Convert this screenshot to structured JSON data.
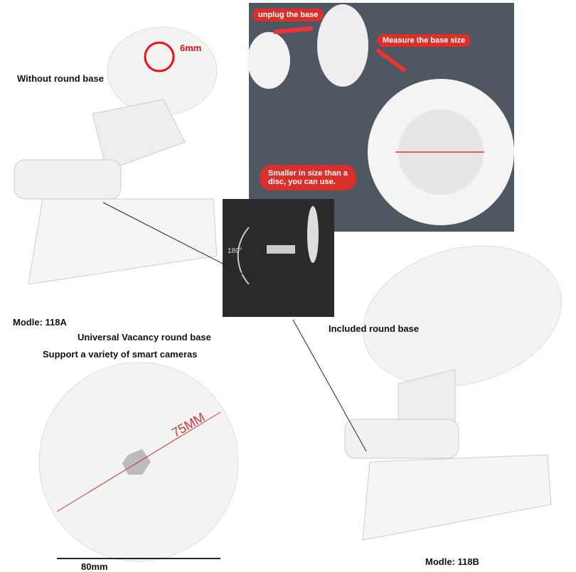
{
  "labels": {
    "mm6": "6mm",
    "without_base": "Without round base",
    "unplug": "unplug the base",
    "measure": "Measure the base size",
    "smaller_line1": "Smaller in size than a",
    "smaller_line2": "disc, you can use.",
    "rotation": "180°",
    "model_a": "Modle:  118A",
    "universal": "Universal Vacancy round base",
    "support": "Support a variety of smart cameras",
    "included": "Included round base",
    "mm75": "75MM",
    "mm80": "80mm",
    "model_b": "Modle:  118B"
  },
  "colors": {
    "accent": "#d9302c",
    "panel": "#4a525c",
    "dark_panel": "#2a2a2a"
  }
}
